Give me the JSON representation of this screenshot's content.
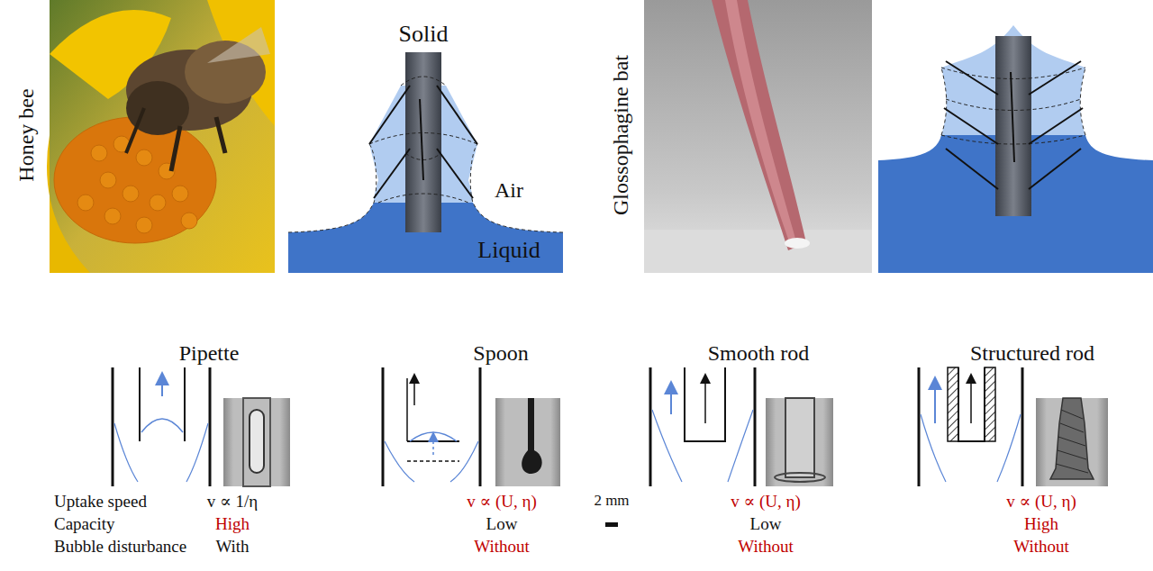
{
  "diagram": {
    "labels": [
      "Honey bee",
      "Solid",
      "Air",
      "Liquid",
      "Glossophagine bat",
      "Pipette",
      "Spoon",
      "Smooth rod",
      "Structured rod",
      "2 mm",
      "Uptake speed",
      "Capacity",
      "Bubble disturbance",
      "v ∝ 1/η",
      "High",
      "With",
      "v ∝ (U, η)",
      "Low",
      "Without",
      "v ∝ (U, η)",
      "Low",
      "Without",
      "v ∝ (U, η)",
      "High",
      "Without"
    ]
  }
}
